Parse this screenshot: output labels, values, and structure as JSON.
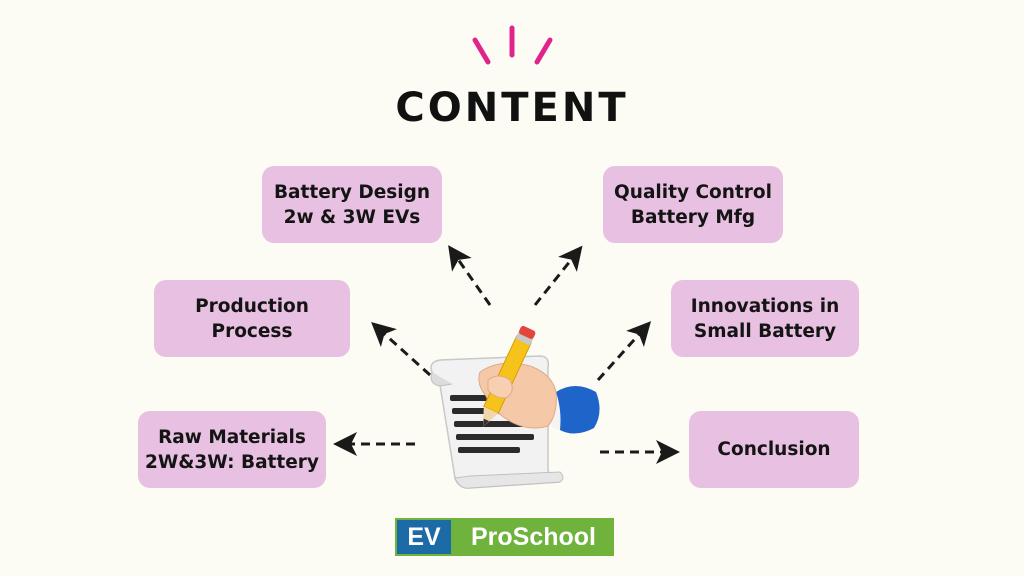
{
  "title": "CONTENT",
  "topics": {
    "battery_design": {
      "line1": "Battery Design",
      "line2": "2w & 3W EVs"
    },
    "quality_control": {
      "line1": "Quality Control",
      "line2": "Battery Mfg"
    },
    "production": {
      "line1": "Production",
      "line2": "Process"
    },
    "innovations": {
      "line1": "Innovations in",
      "line2": "Small Battery"
    },
    "raw_materials": {
      "line1": "Raw Materials",
      "line2": "2W&3W: Battery"
    },
    "conclusion": {
      "line1": "Conclusion"
    }
  },
  "logo": {
    "ev": "EV",
    "name": "ProSchool"
  },
  "colors": {
    "background": "#fcfcf4",
    "box": "#e8c0e2",
    "accent_sparkle": "#e0248c",
    "logo_blue": "#1c6aa6",
    "logo_green": "#6fb23c"
  },
  "icons": {
    "sparkle": "sparkle-icon",
    "illustration": "hand-writing-pencil-icon"
  }
}
